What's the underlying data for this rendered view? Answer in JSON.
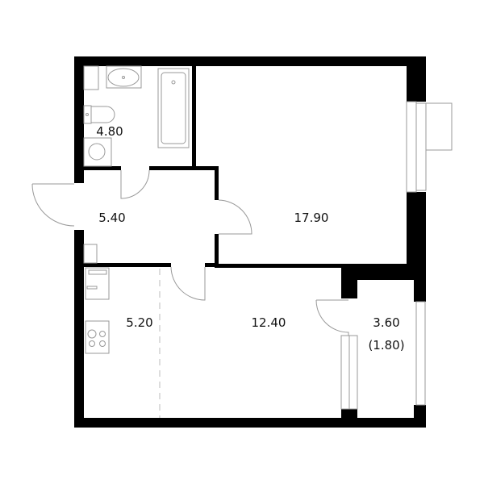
{
  "colors": {
    "wall": "#000000",
    "fixture": "#999999",
    "background": "#ffffff"
  },
  "rooms": [
    {
      "id": "bathroom",
      "area": "4.80"
    },
    {
      "id": "hallway",
      "area": "5.40"
    },
    {
      "id": "bedroom",
      "area": "17.90"
    },
    {
      "id": "kitchen",
      "area": "5.20"
    },
    {
      "id": "living",
      "area": "12.40"
    },
    {
      "id": "balcony",
      "area": "3.60",
      "reduced_area": "(1.80)"
    }
  ]
}
